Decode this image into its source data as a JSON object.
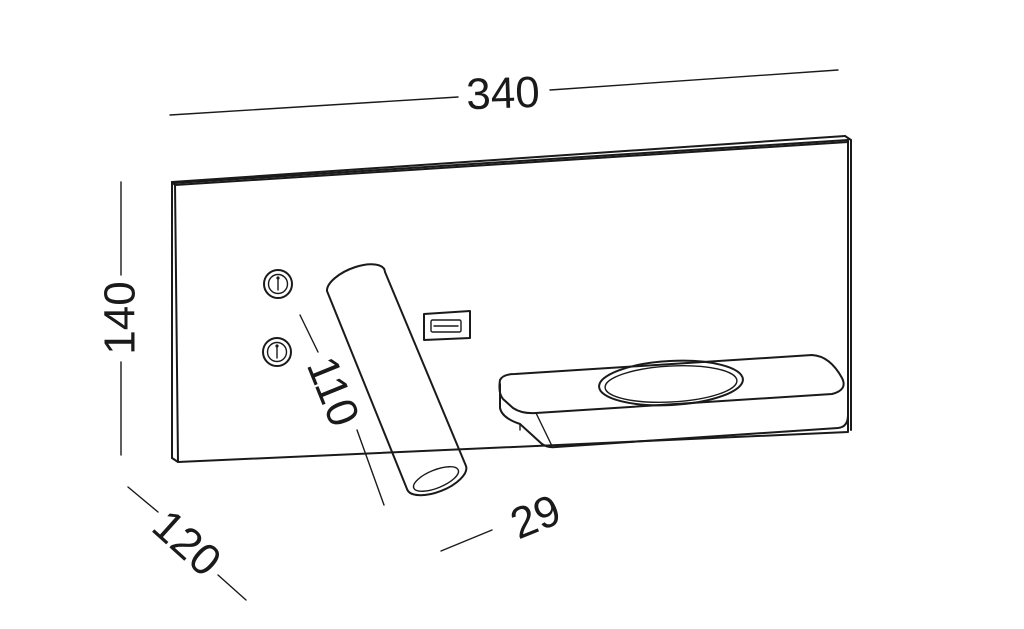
{
  "dimensions": {
    "width": "340",
    "height": "140",
    "depth": "120",
    "arm_length": "110",
    "arm_diameter": "29"
  },
  "icons": {
    "switch": "rocker-switch-icon",
    "usb": "usb-port-icon",
    "charger": "wireless-charger-icon"
  },
  "colors": {
    "line": "#1a1a1a",
    "background": "#ffffff"
  }
}
